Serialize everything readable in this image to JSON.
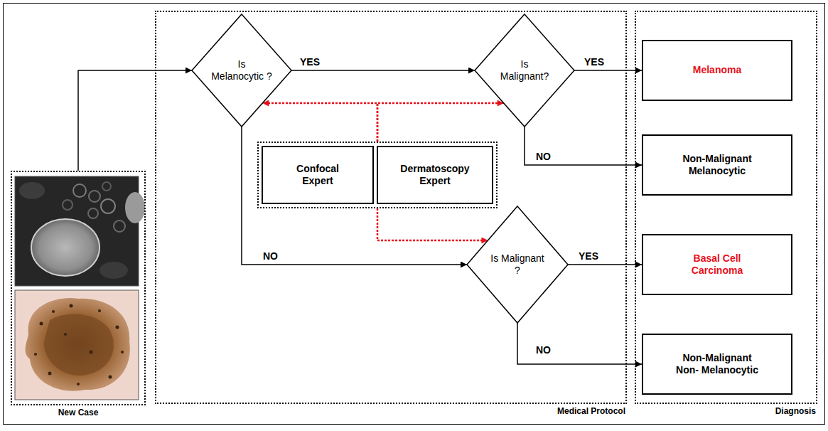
{
  "diagram": {
    "nodes": [
      {
        "text": [
          "New Case"
        ]
      },
      {
        "text": [
          "Medical Protocol"
        ]
      },
      {
        "text": [
          "Is Melanocytic ?"
        ],
        "in": 1
      },
      {
        "text": [
          "Is Malignant?"
        ],
        "in": 1
      },
      {
        "text": [],
        "in": 1
      },
      {
        "text": [
          "Confocal Expert"
        ],
        "in": 4
      },
      {
        "text": [
          "Dermatoscopy Expert"
        ],
        "in": 4
      },
      {
        "text": [
          "Is Malignant ?"
        ],
        "in": 1
      },
      {
        "text": [
          "Diagnosis"
        ]
      },
      {
        "text": [
          "Melanoma"
        ],
        "in": 8
      },
      {
        "text": [
          "Non-Malignant Melanocytic"
        ],
        "in": 8
      },
      {
        "text": [
          "Basal Cell Carcinoma"
        ],
        "in": 8
      },
      {
        "text": [
          "Non-Malignant Non- Melanocytic"
        ],
        "in": 8
      }
    ],
    "edges": [
      {
        "from": 0,
        "to": 2,
        "arrow": "to"
      },
      {
        "from": 2,
        "to": 3,
        "label": "YES",
        "arrow": "to"
      },
      {
        "from": 3,
        "to": 9,
        "label": "YES",
        "arrow": "to"
      },
      {
        "from": 3,
        "to": 10,
        "label": "NO",
        "arrow": "to"
      },
      {
        "from": 2,
        "to": 7,
        "label": "NO",
        "arrow": "to"
      },
      {
        "from": 7,
        "to": 11,
        "label": "YES",
        "arrow": "to"
      },
      {
        "from": 7,
        "to": 12,
        "label": "NO",
        "arrow": "to"
      },
      {
        "from": 4,
        "to": 2,
        "arrow": "to"
      },
      {
        "from": 4,
        "to": 3,
        "arrow": "to"
      },
      {
        "from": 4,
        "to": 7,
        "arrow": "to"
      }
    ]
  }
}
